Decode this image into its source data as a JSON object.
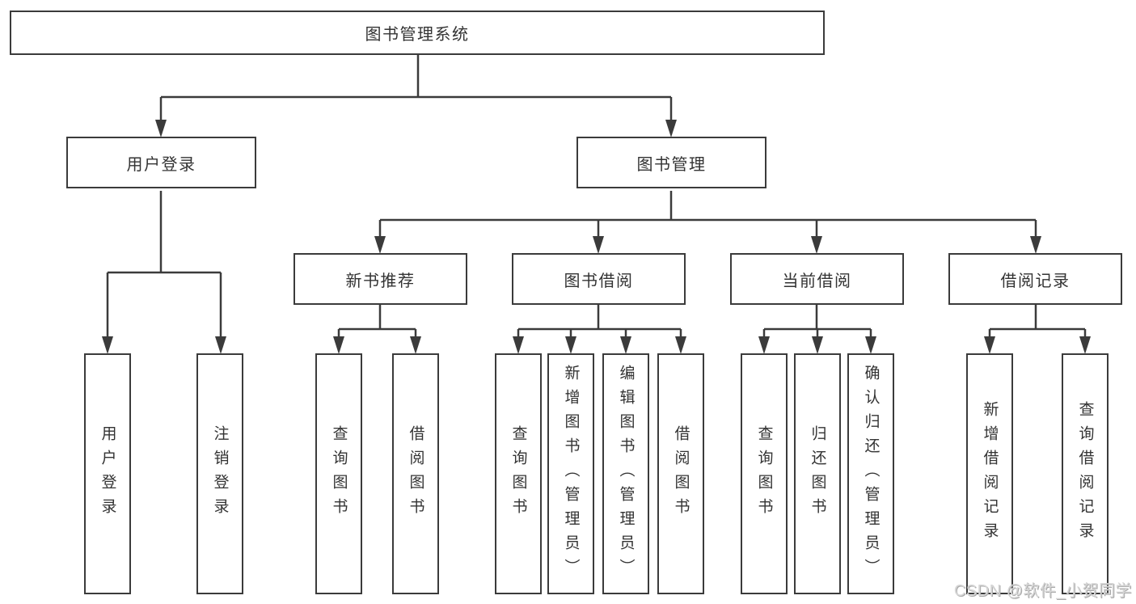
{
  "title": "图书管理系统",
  "watermark": "CSDN @软件_小贺同学",
  "colors": {
    "line": "#3b3b3b",
    "box_border": "#3b3b3b",
    "text": "#333333",
    "box_background": "#ffffff",
    "watermark": "#d6d6d6"
  },
  "tree": {
    "root": "图书管理系统",
    "branches": [
      {
        "label": "用户登录",
        "children": [
          "用户登录",
          "注销登录"
        ]
      },
      {
        "label": "图书管理",
        "children": [
          {
            "label": "新书推荐",
            "children": [
              "查询图书",
              "借阅图书"
            ]
          },
          {
            "label": "图书借阅",
            "children": [
              "查询图书",
              "新增图书（管理员）",
              "编辑图书（管理员）",
              "借阅图书"
            ]
          },
          {
            "label": "当前借阅",
            "children": [
              "查询图书",
              "归还图书",
              "确认归还（管理员）"
            ]
          },
          {
            "label": "借阅记录",
            "children": [
              "新增借阅记录",
              "查询借阅记录"
            ]
          }
        ]
      }
    ]
  }
}
